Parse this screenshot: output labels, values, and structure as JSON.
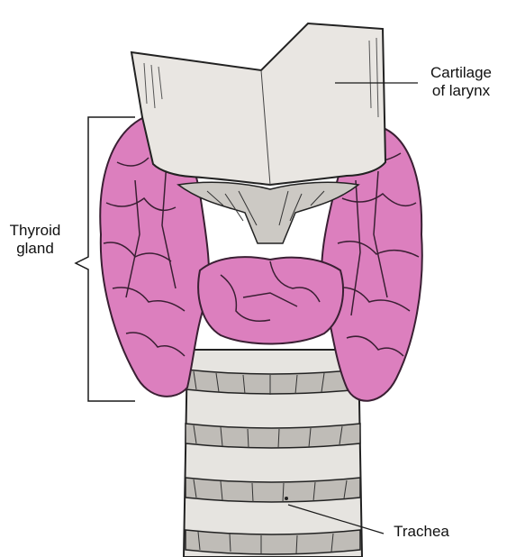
{
  "labels": {
    "cartilage_line1": "Cartilage",
    "cartilage_line2": "of larynx",
    "thyroid_line1": "Thyroid",
    "thyroid_line2": "gland",
    "trachea": "Trachea"
  },
  "colors": {
    "thyroid": "#dc7fbe",
    "thyroid_outline": "#3a1f33",
    "cartilage": "#e9e6e2",
    "trachea": "#e6e4e0",
    "line": "#1a1a1a"
  }
}
